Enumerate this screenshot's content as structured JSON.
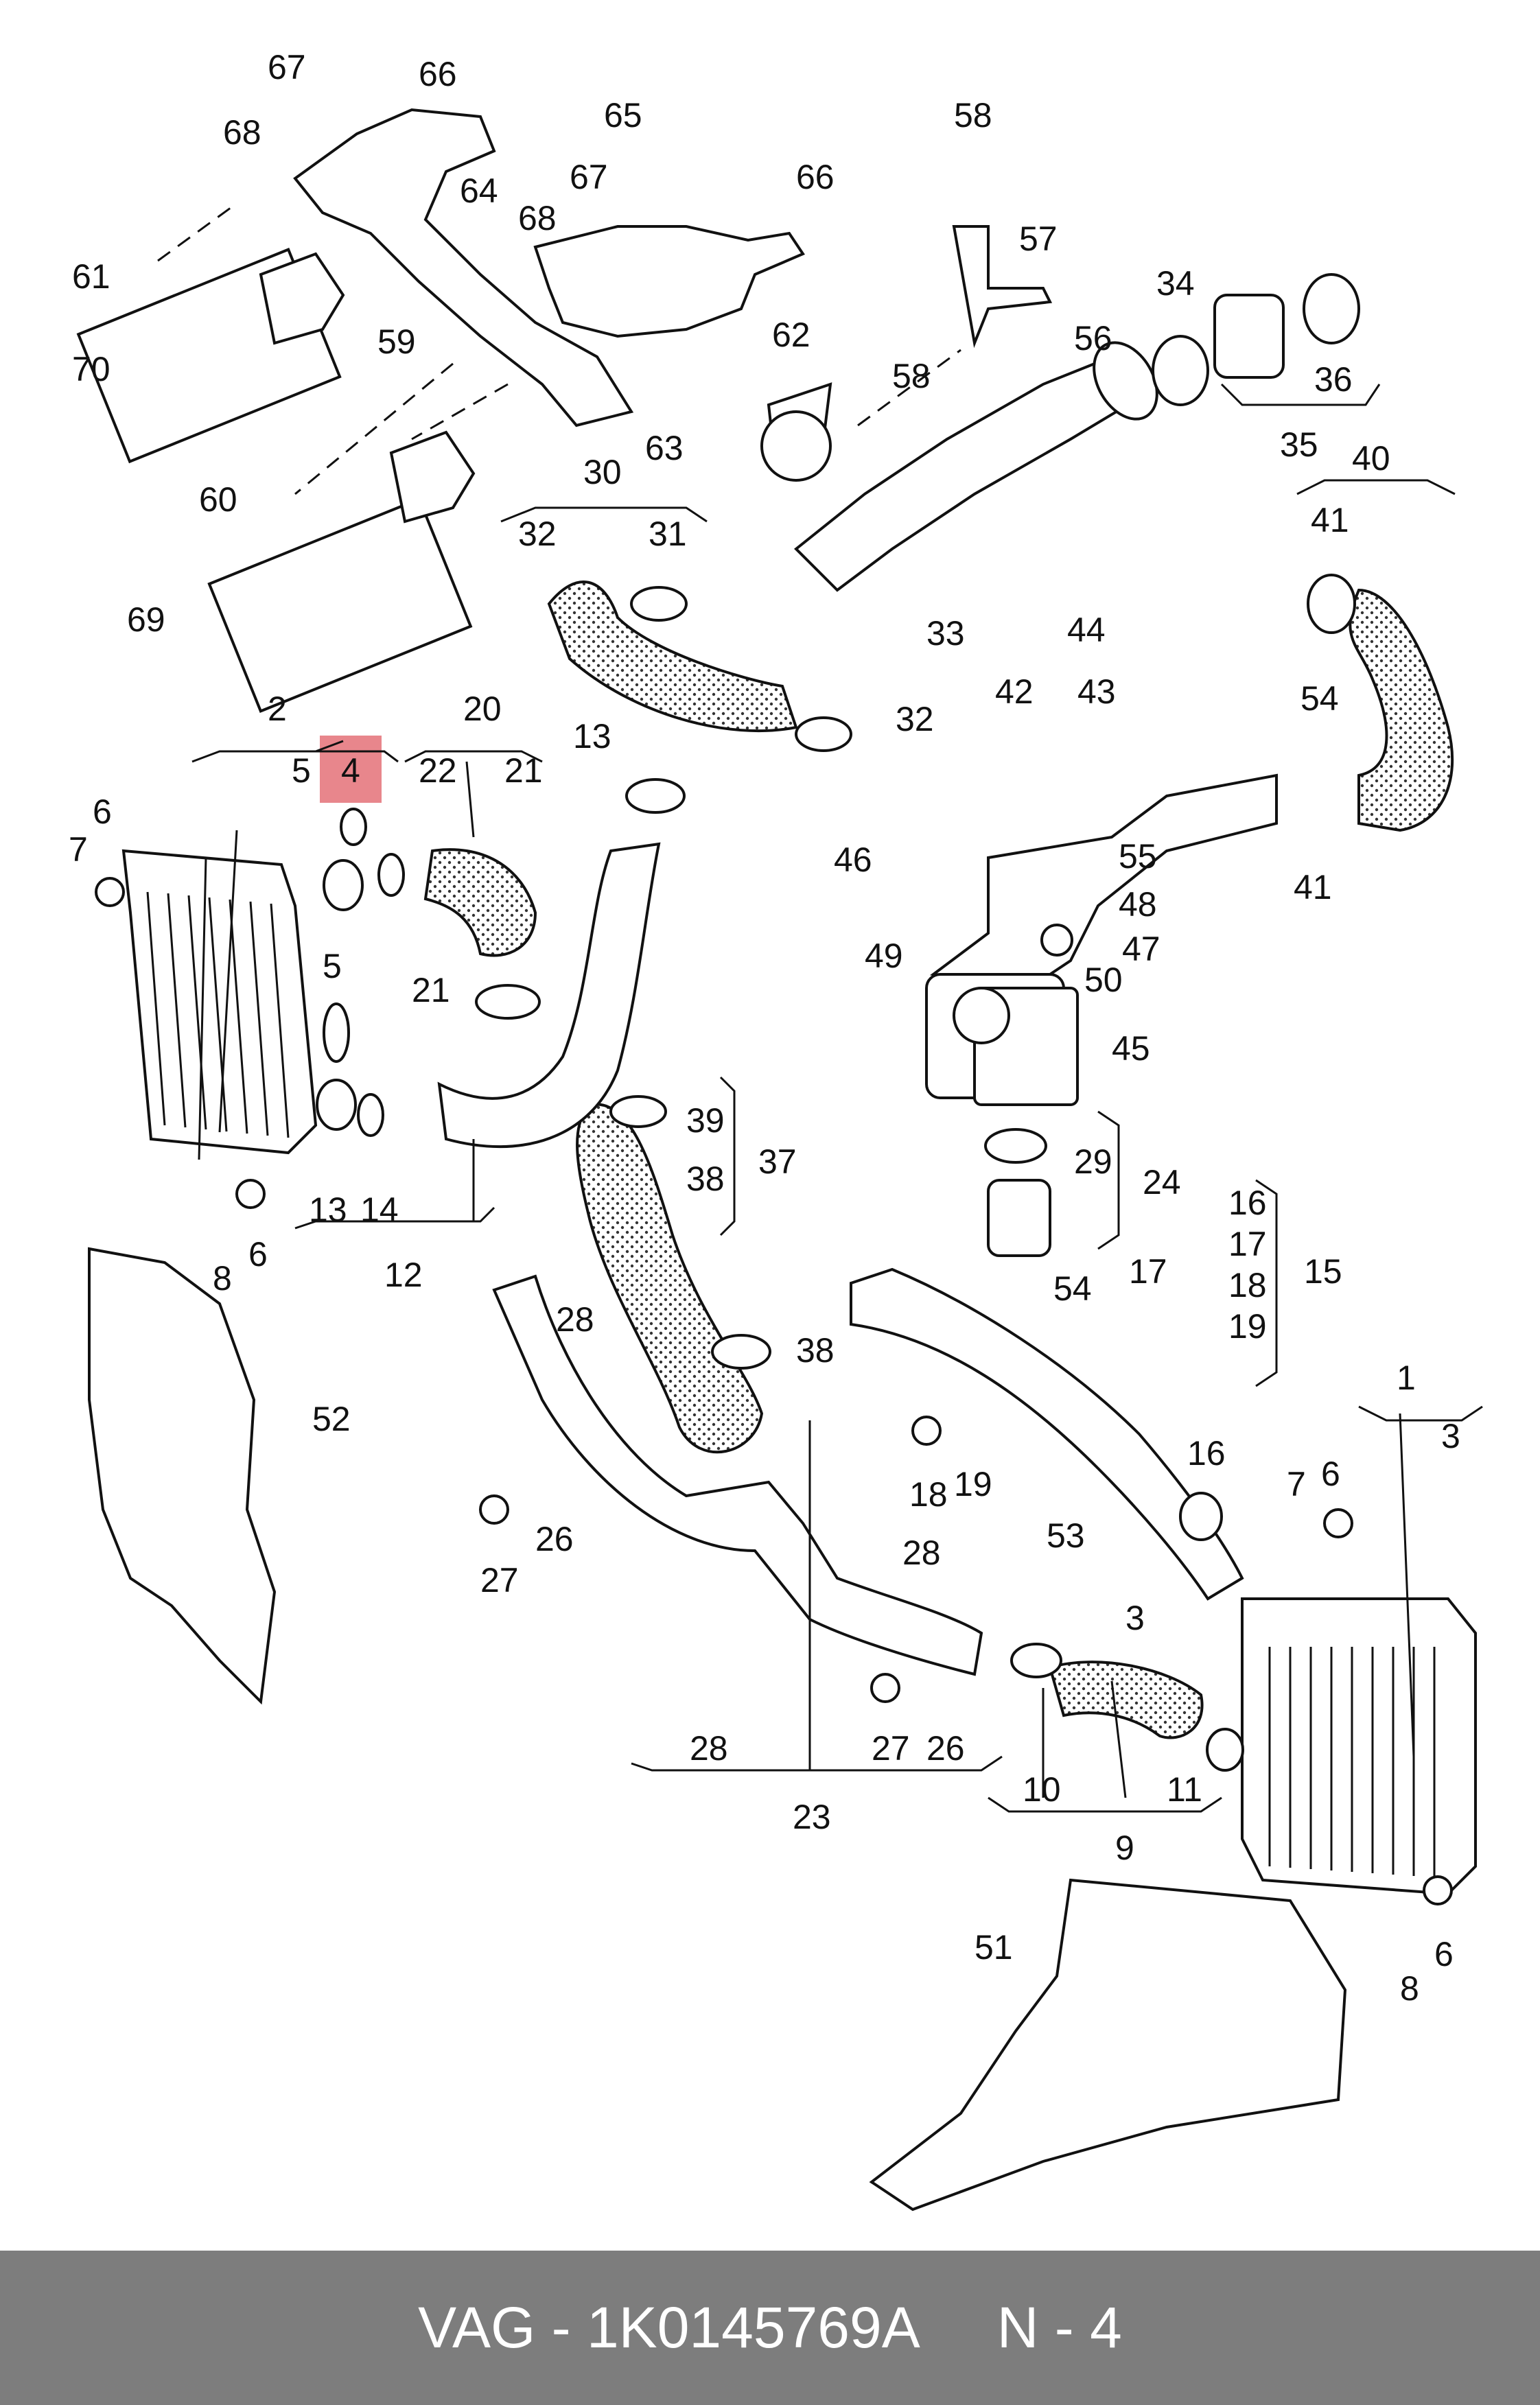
{
  "diagram": {
    "callouts": [
      "1",
      "2",
      "3",
      "4",
      "5",
      "6",
      "7",
      "8",
      "9",
      "10",
      "11",
      "12",
      "13",
      "14",
      "15",
      "16",
      "17",
      "18",
      "19",
      "20",
      "21",
      "22",
      "23",
      "24",
      "26",
      "27",
      "28",
      "29",
      "30",
      "31",
      "32",
      "33",
      "34",
      "35",
      "36",
      "37",
      "38",
      "39",
      "40",
      "41",
      "42",
      "43",
      "44",
      "45",
      "46",
      "47",
      "48",
      "49",
      "50",
      "51",
      "52",
      "53",
      "54",
      "55",
      "56",
      "57",
      "58",
      "59",
      "60",
      "61",
      "62",
      "63",
      "64",
      "65",
      "66",
      "67",
      "68",
      "69",
      "70"
    ],
    "highlighted_callout": "4",
    "highlight_color": "#e8868c"
  },
  "footer": {
    "caption": "VAG - 1K0145769A     N - 4",
    "background": "#7d7d7d",
    "text_color": "#ffffff"
  }
}
